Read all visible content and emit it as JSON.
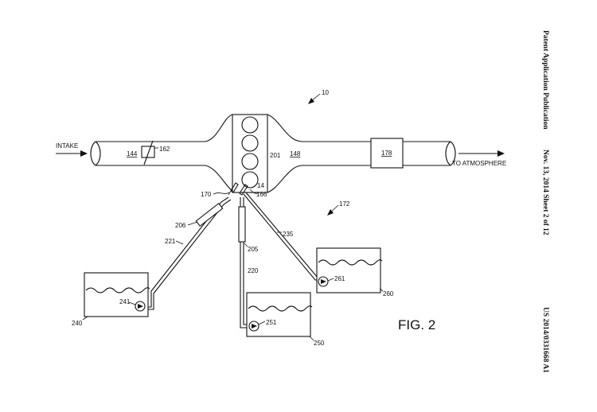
{
  "figure": {
    "title": "FIG. 2",
    "ref_system": "10",
    "labels": {
      "intake": "INTAKE",
      "to_atmosphere": "TO ATMOSPHERE",
      "throttle_passage": "144",
      "throttle": "162",
      "engine": "201",
      "exhaust_passage": "148",
      "emission_device": "178",
      "cylinder": "14",
      "injector_left": "170",
      "injector_right": "166",
      "system_group": "172",
      "filter_left": "206",
      "line_left": "221",
      "filter_mid": "205",
      "line_mid": "220",
      "line_right": "235",
      "tank_left": "240",
      "pump_left": "241",
      "tank_mid": "250",
      "pump_mid": "251",
      "tank_right": "260",
      "pump_right": "261"
    }
  },
  "header": {
    "publication": "Patent Application Publication",
    "date_sheet": "Nov. 13, 2014   Sheet 2 of 12",
    "patent_number": "US 2014/0331668 A1"
  }
}
